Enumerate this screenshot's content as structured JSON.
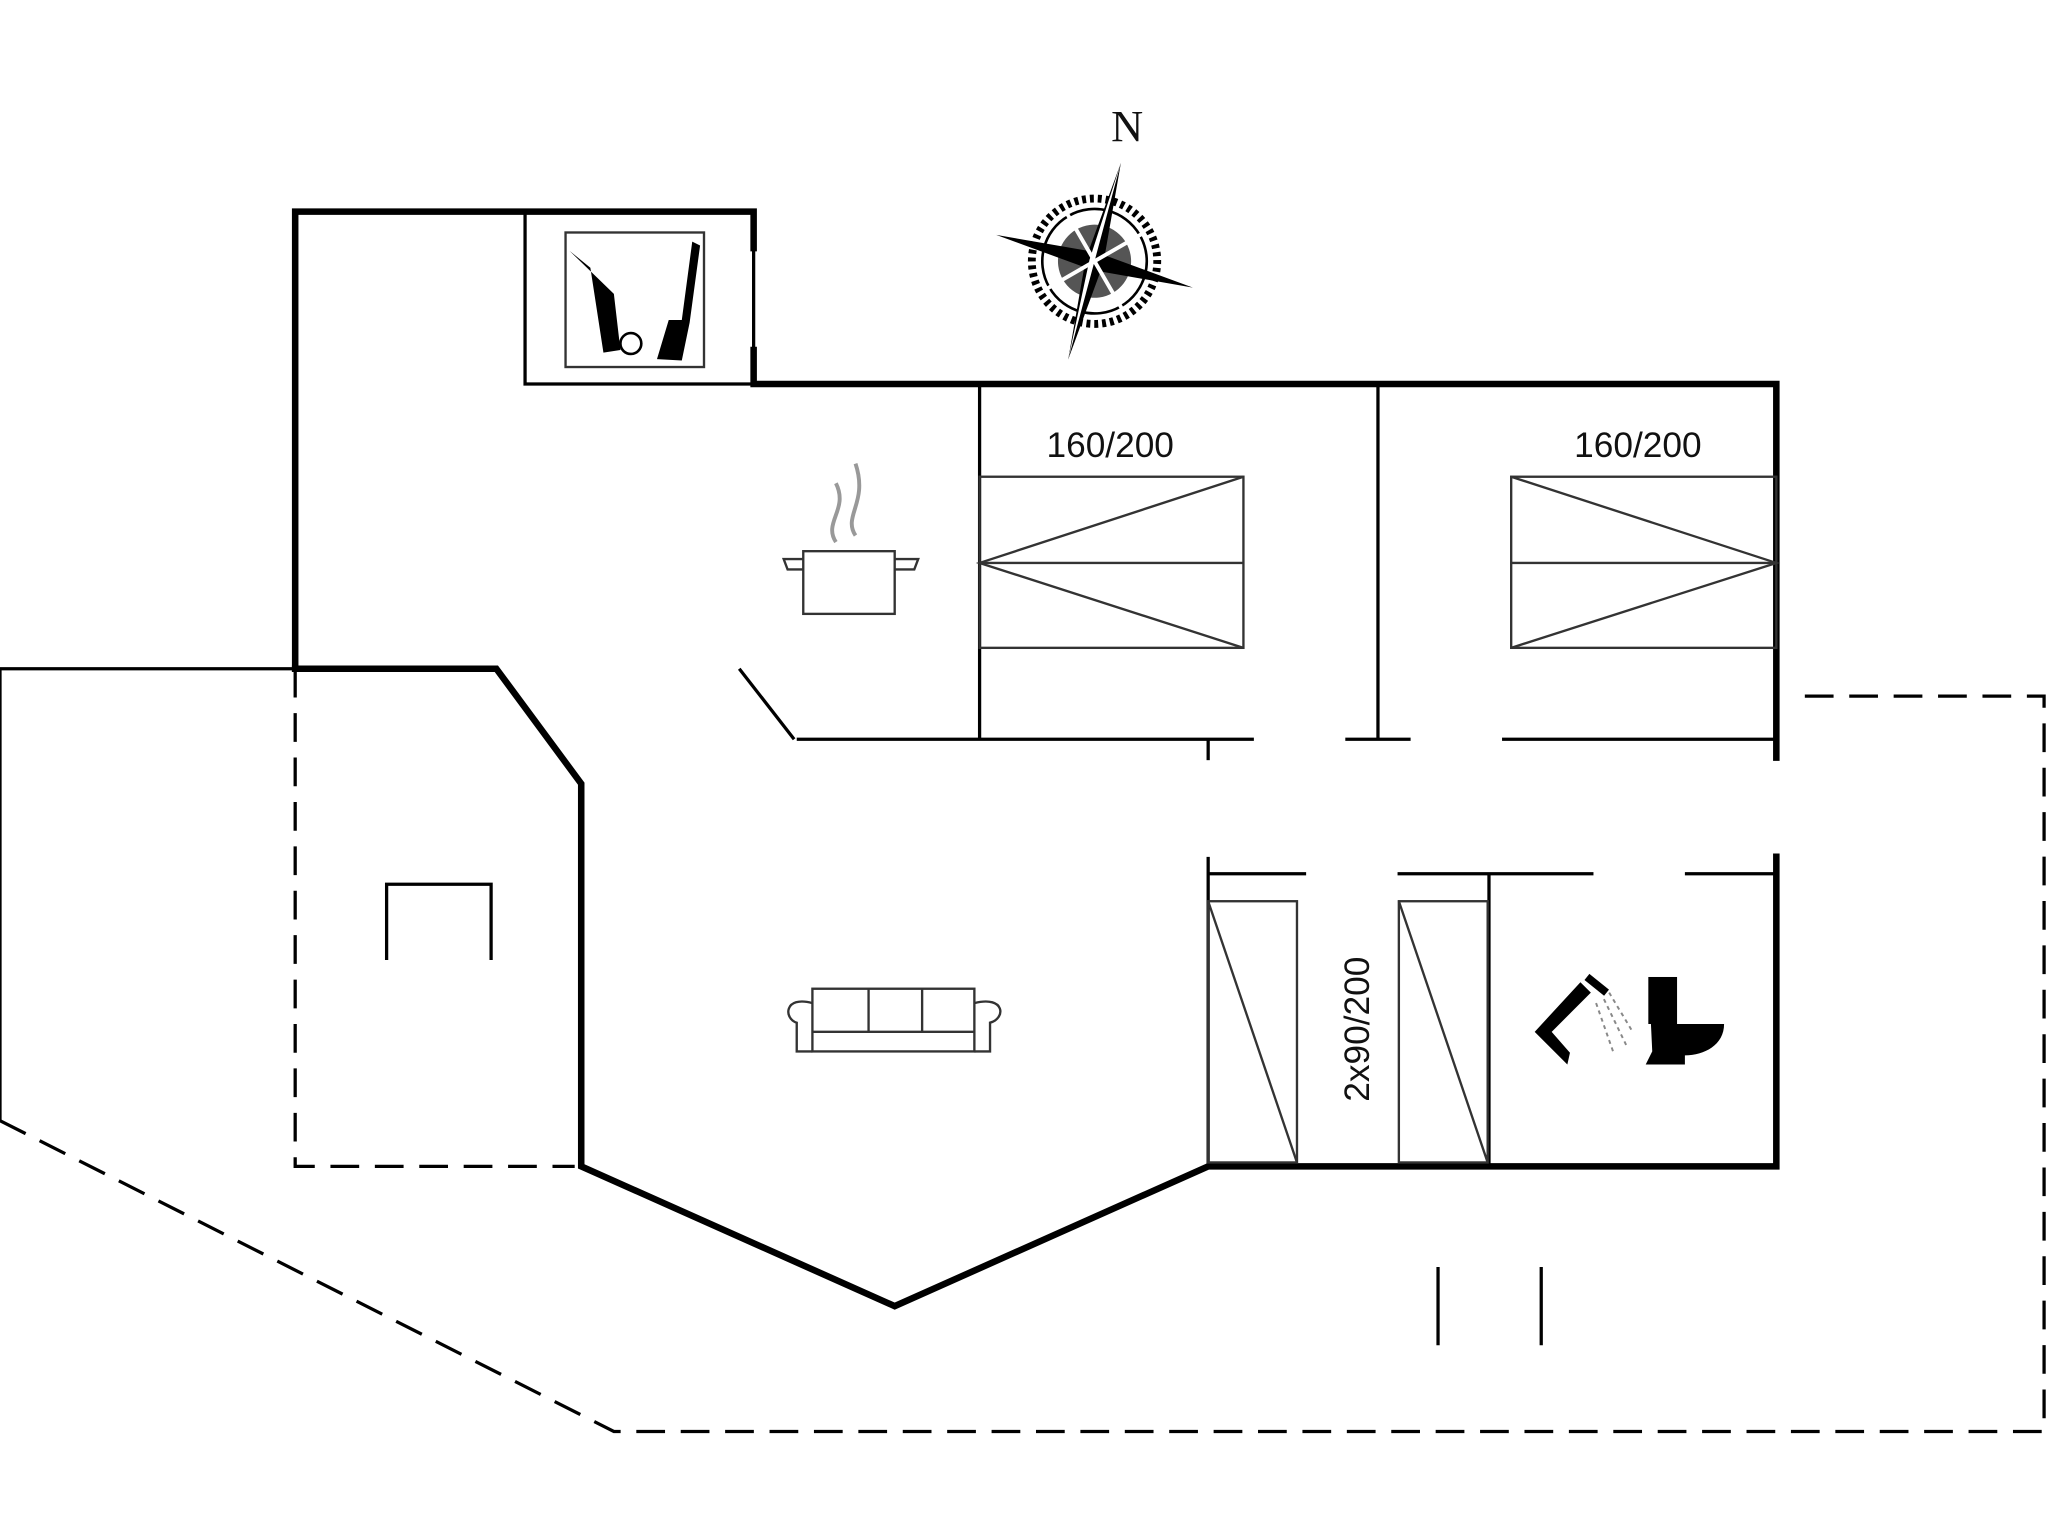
{
  "compass": {
    "north_label": "N"
  },
  "rooms": {
    "bedroom_1": {
      "bed_label": "160/200"
    },
    "bedroom_2": {
      "bed_label": "160/200"
    },
    "bedroom_3": {
      "bed_label": "2x90/200"
    }
  },
  "icons": [
    "compass-rose-icon",
    "storage-tools-icon",
    "kitchen-pot-icon",
    "sofa-icon",
    "shower-icon",
    "toilet-icon"
  ],
  "colors": {
    "walls": "#000000",
    "background": "#ffffff"
  }
}
